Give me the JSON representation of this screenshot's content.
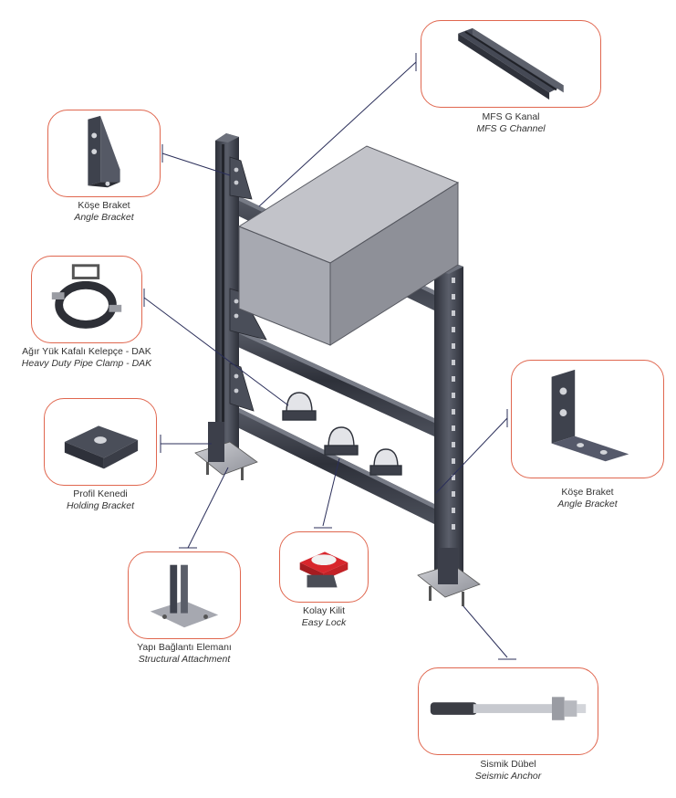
{
  "components": {
    "mfs_channel": {
      "name_tr": "MFS G Kanal",
      "name_en": "MFS G Channel"
    },
    "angle_bracket_1": {
      "name_tr": "Köşe Braket",
      "name_en": "Angle Bracket"
    },
    "pipe_clamp": {
      "name_tr": "Ağır Yük Kafalı Kelepçe - DAK",
      "name_en": "Heavy Duty Pipe Clamp - DAK"
    },
    "holding_bracket": {
      "name_tr": "Profil Kenedi",
      "name_en": "Holding Bracket"
    },
    "structural": {
      "name_tr": "Yapı Bağlantı Elemanı",
      "name_en": "Structural Attachment"
    },
    "easy_lock": {
      "name_tr": "Kolay Kilit",
      "name_en": "Easy Lock"
    },
    "angle_bracket_2": {
      "name_tr": "Köşe Braket",
      "name_en": "Angle Bracket"
    },
    "seismic_anchor": {
      "name_tr": "Sismik Dübel",
      "name_en": "Seismic Anchor"
    }
  },
  "colors": {
    "callout_border": "#e0674f",
    "leader": "#2b2f5a",
    "steel": "#3c3f4a",
    "duct": "#a7a9b1",
    "lock_red": "#d8262c"
  }
}
